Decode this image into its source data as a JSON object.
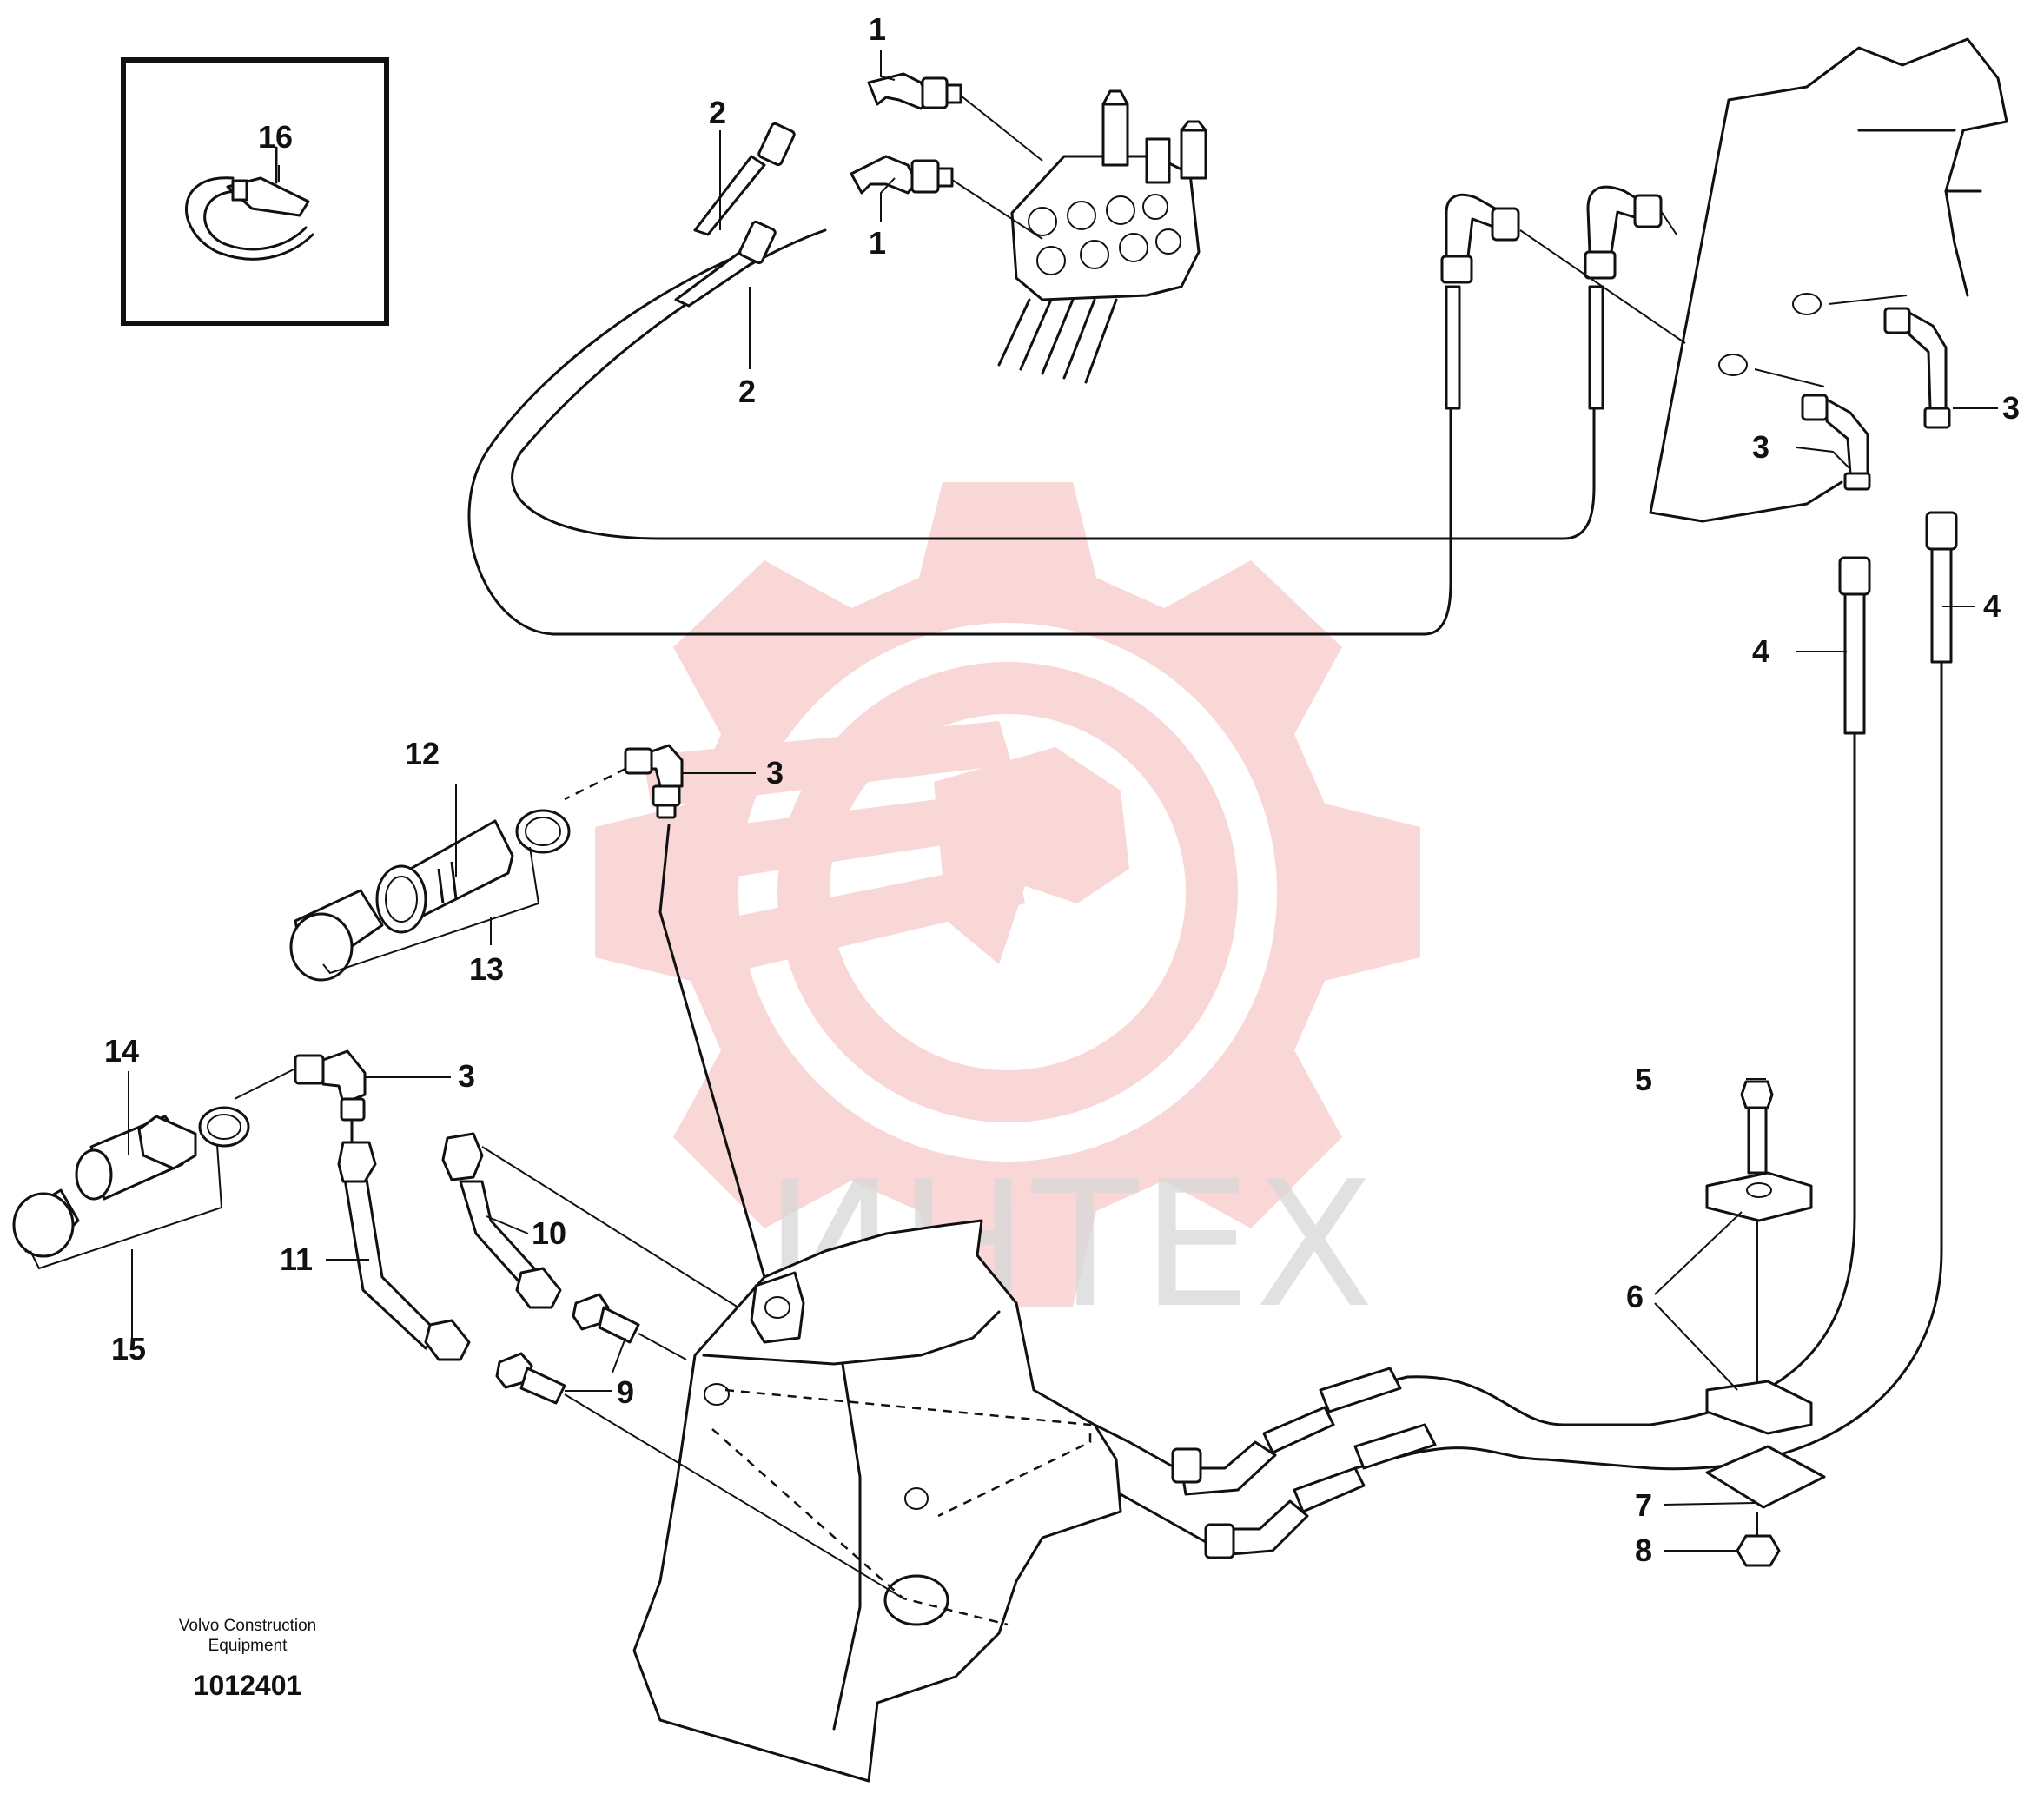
{
  "watermark": {
    "brand": "ИНТЕХ",
    "color": "#f5b8b8"
  },
  "maker": {
    "line1": "Volvo Construction",
    "line2": "Equipment"
  },
  "drawing_number": "1012401",
  "callouts": [
    {
      "id": "c1a",
      "text": "1"
    },
    {
      "id": "c1b",
      "text": "1"
    },
    {
      "id": "c2a",
      "text": "2"
    },
    {
      "id": "c2b",
      "text": "2"
    },
    {
      "id": "c3a",
      "text": "3"
    },
    {
      "id": "c3b",
      "text": "3"
    },
    {
      "id": "c3c",
      "text": "3"
    },
    {
      "id": "c3d",
      "text": "3"
    },
    {
      "id": "c4a",
      "text": "4"
    },
    {
      "id": "c4b",
      "text": "4"
    },
    {
      "id": "c5",
      "text": "5"
    },
    {
      "id": "c6",
      "text": "6"
    },
    {
      "id": "c7",
      "text": "7"
    },
    {
      "id": "c8",
      "text": "8"
    },
    {
      "id": "c9",
      "text": "9"
    },
    {
      "id": "c10",
      "text": "10"
    },
    {
      "id": "c11",
      "text": "11"
    },
    {
      "id": "c12",
      "text": "12"
    },
    {
      "id": "c13",
      "text": "13"
    },
    {
      "id": "c14",
      "text": "14"
    },
    {
      "id": "c15",
      "text": "15"
    },
    {
      "id": "c16",
      "text": "16"
    }
  ]
}
